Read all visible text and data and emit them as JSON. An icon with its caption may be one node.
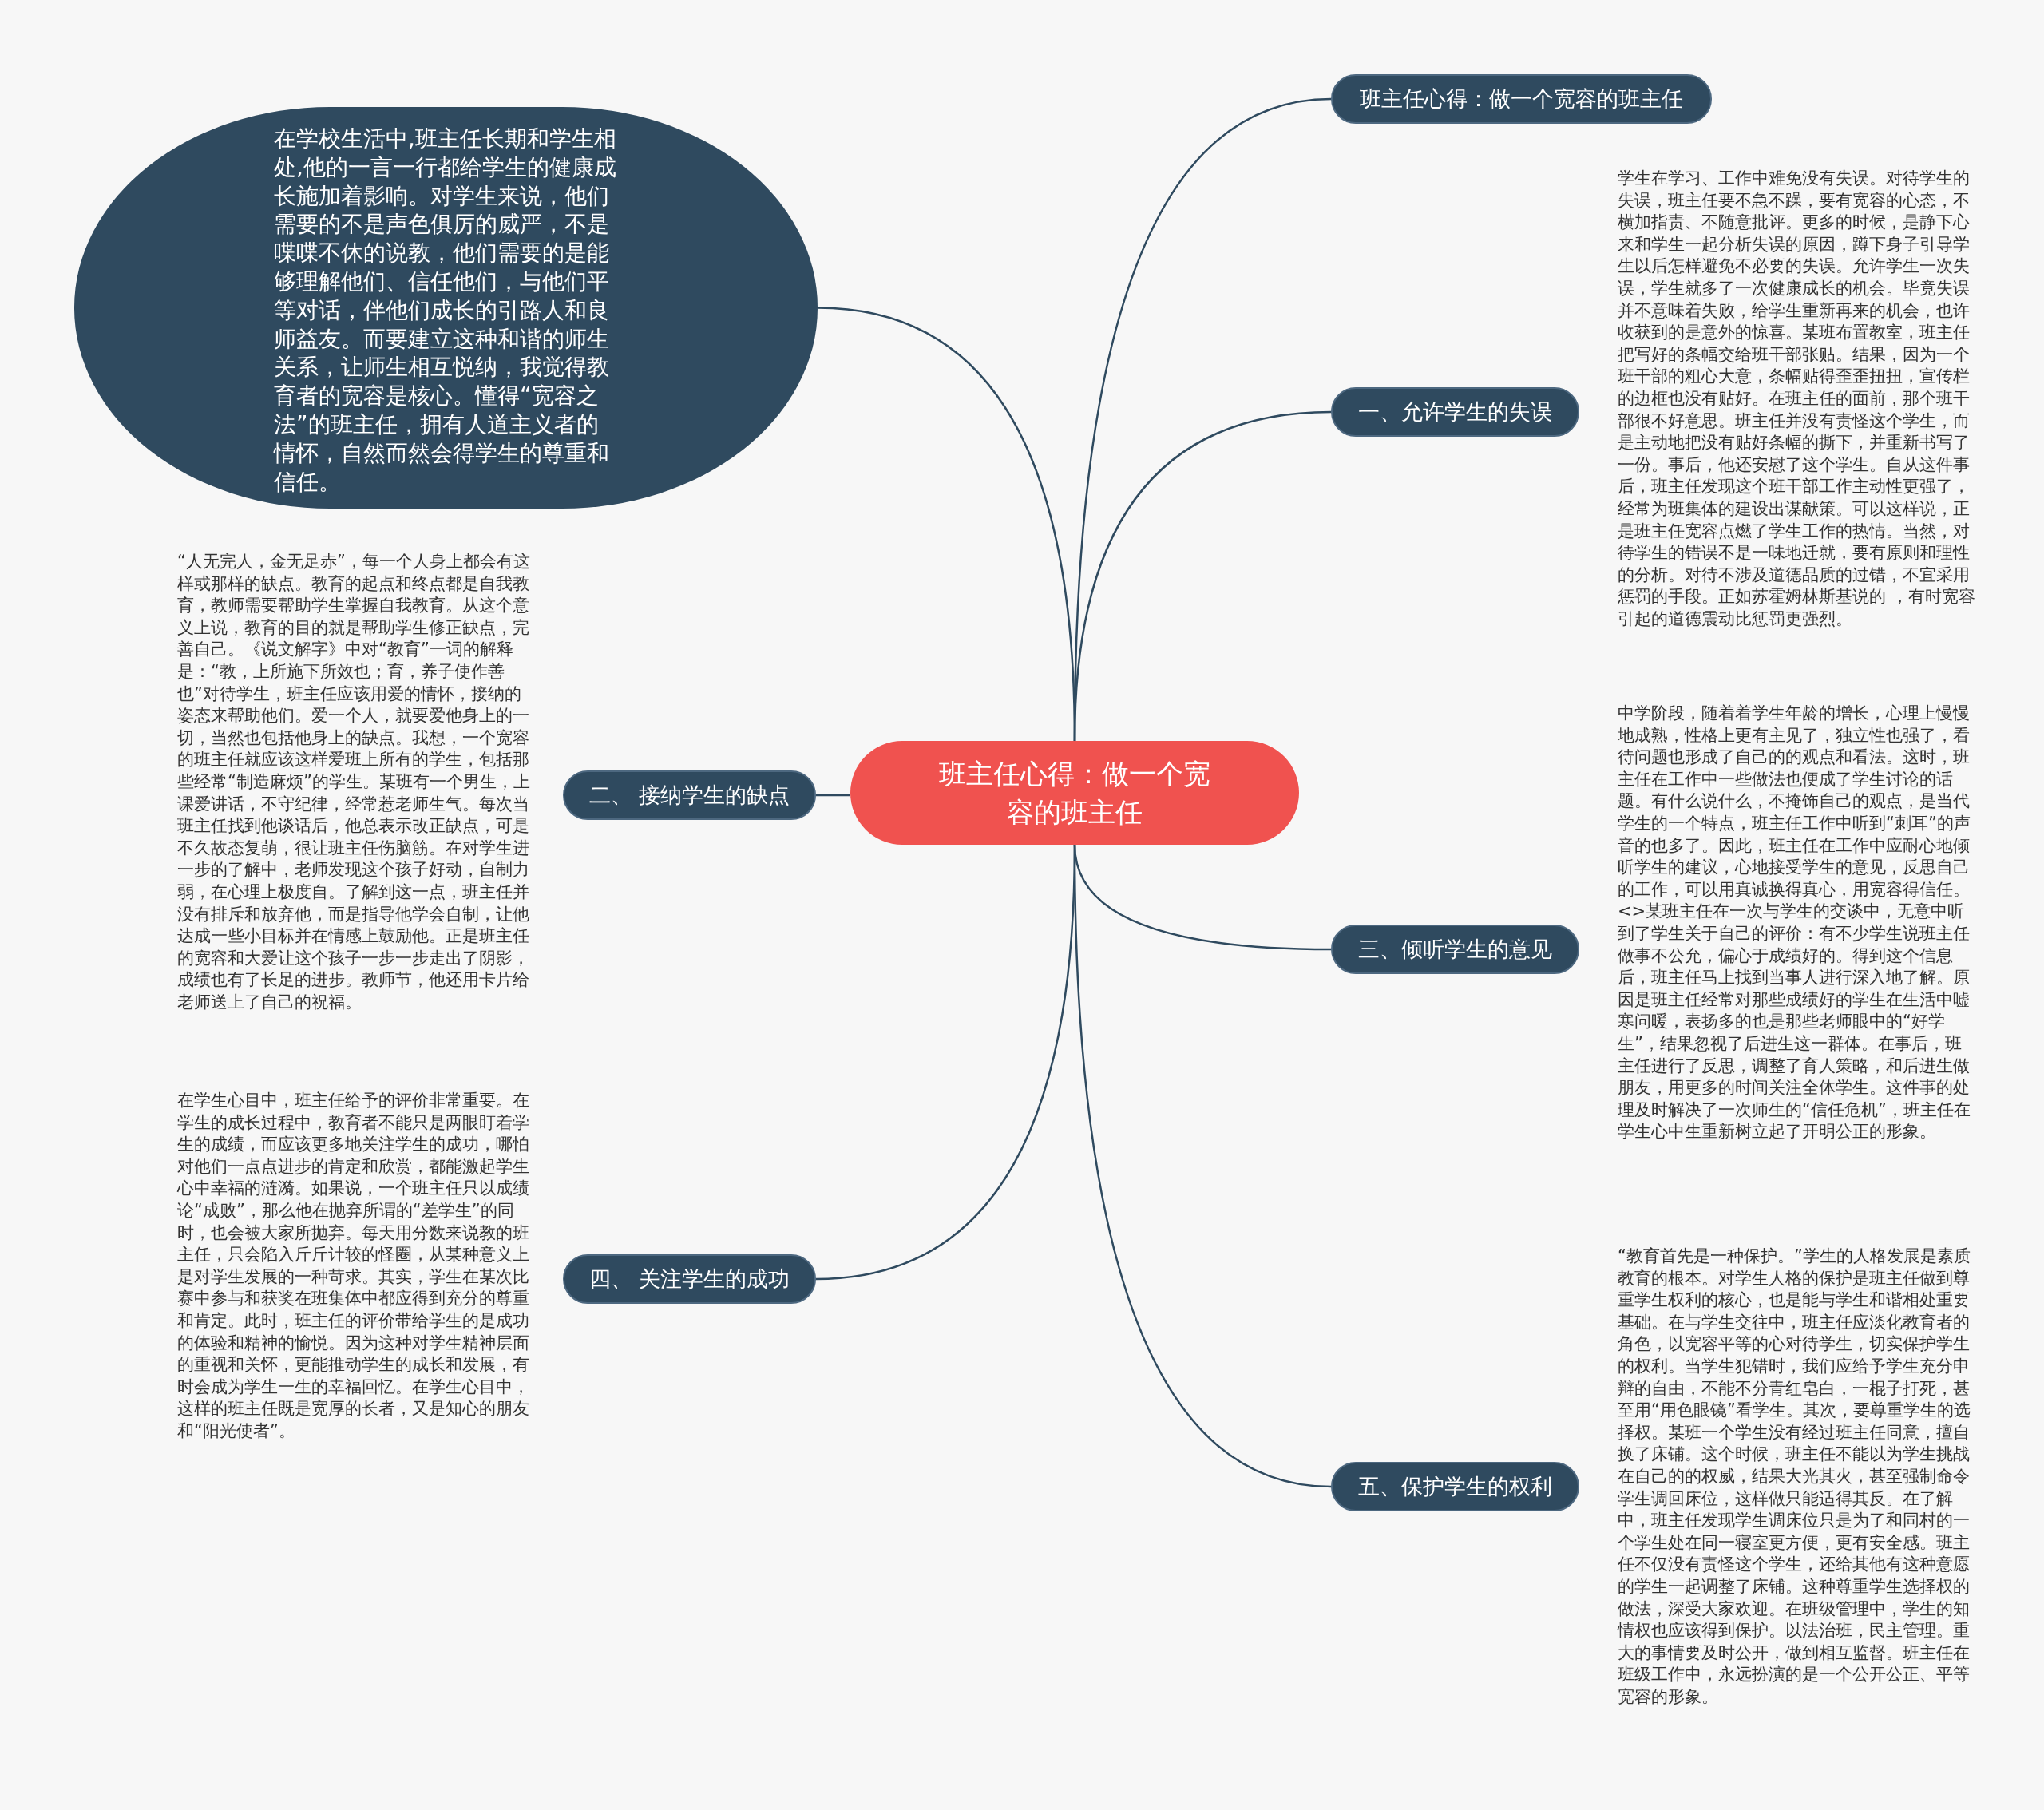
{
  "diagram": {
    "nodes": [
      {
        "text": [
          "班主任心得：做一个宽容的班主任"
        ]
      },
      {
        "text": [
          "在学校生活中,班主任长期和学生相处,他的一言一行都给学生的健康成长施加着影响。对学生来说，他们需要的不是声色俱厉的威严，不是喋喋不休的说教，他们需要的是能够理解他们、信任他们，与他们平等对话，伴他们成长的引路人和良师益友。而要建立这种和谐的师生关系，让师生相互悦纳，我觉得教育者的宽容是核心。懂得“宽容之法”的班主任，拥有人道主义者的情怀，自然而然会得学生的尊重和信任。"
        ]
      },
      {
        "text": [
          "班主任心得：做一个宽容的班主任"
        ]
      },
      {
        "text": [
          "一、允许学生的失误"
        ],
        "beside": [
          "学生在学习、工作中难免没有失误。对待学生的失误，班主任要不急不躁，要有宽容的心态，不横加指责、不随意批评。更多的时候，是静下心来和学生一起分析失误的原因，蹲下身子引导学生以后怎样避免不必要的失误。允许学生一次失误，学生就多了一次健康成长的机会。毕竟失误并不意味着失败，给学生重新再来的机会，也许收获到的是意外的惊喜。某班布置教室，班主任把写好的条幅交给班干部张贴。结果，因为一个班干部的粗心大意，条幅贴得歪歪扭扭，宣传栏的边框也没有贴好。在班主任的面前，那个班干部很不好意思。班主任并没有责怪这个学生，而是主动地把没有贴好条幅的撕下，并重新书写了一份。事后，他还安慰了这个学生。自从这件事后，班主任发现这个班干部工作主动性更强了，经常为班集体的建设出谋献策。可以这样说，正是班主任宽容点燃了学生工作的热情。当然，对待学生的错误不是一味地迁就，要有原则和理性的分析。对待不涉及道德品质的过错，不宜采用惩罚的手段。正如苏霍姆林斯基说的 ，有时宽容引起的道德震动比惩罚更强烈。"
        ]
      },
      {
        "text": [
          "二、 接纳学生的缺点"
        ],
        "beside": [
          "“人无完人，金无足赤”，每一个人身上都会有这样或那样的缺点。教育的起点和终点都是自我教育，教师需要帮助学生掌握自我教育。从这个意义上说，教育的目的就是帮助学生修正缺点，完善自己。《说文解字》中对“教育”一词的解释是：“教，上所施下所效也；育，养子使作善也”对待学生，班主任应该用爱的情怀，接纳的姿态来帮助他们。爱一个人，就要爱他身上的一切，当然也包括他身上的缺点。我想，一个宽容的班主任就应该这样爱班上所有的学生，包括那些经常“制造麻烦”的学生。某班有一个男生，上课爱讲话，不守纪律，经常惹老师生气。每次当班主任找到他谈话后，他总表示改正缺点，可是不久故态复萌，很让班主任伤脑筋。在对学生进一步的了解中，老师发现这个孩子好动，自制力弱，在心理上极度自。了解到这一点，班主任并没有排斥和放弃他，而是指导他学会自制，让他达成一些小目标并在情感上鼓励他。正是班主任的宽容和大爱让这个孩子一步一步走出了阴影，成绩也有了长足的进步。教师节，他还用卡片给老师送上了自己的祝福。"
        ]
      },
      {
        "text": [
          "三、倾听学生的意见"
        ],
        "beside": [
          "中学阶段，随着着学生年龄的增长，心理上慢慢地成熟，性格上更有主见了，独立性也强了，看待问题也形成了自己的的观点和看法。这时，班主任在工作中一些做法也便成了学生讨论的话题。有什么说什么，不掩饰自己的观点，是当代学生的一个特点，班主任工作中听到“刺耳”的声音的也多了。因此，班主任在工作中应耐心地倾听学生的建议，心地接受学生的意见，反思自己的工作，可以用真诚换得真心，用宽容得信任。 <>某班主任在一次与学生的交谈中，无意中听到了学生关于自己的评价：有不少学生说班主任做事不公允，偏心于成绩好的。得到这个信息后，班主任马上找到当事人进行深入地了解。原因是班主任经常对那些成绩好的学生在生活中嘘寒问暖，表扬多的也是那些老师眼中的“好学生”，结果忽视了后进生这一群体。在事后，班主任进行了反思，调整了育人策略，和后进生做朋友，用更多的时间关注全体学生。这件事的处理及时解决了一次师生的“信任危机”，班主任在学生心中生重新树立起了开明公正的形象。"
        ]
      },
      {
        "text": [
          "四、 关注学生的成功"
        ],
        "beside": [
          "在学生心目中，班主任给予的评价非常重要。在学生的成长过程中，教育者不能只是两眼盯着学生的成绩，而应该更多地关注学生的成功，哪怕对他们一点点进步的肯定和欣赏，都能激起学生心中幸福的涟漪。如果说，一个班主任只以成绩论“成败”，那么他在抛弃所谓的“差学生”的同时，也会被大家所抛弃。每天用分数来说教的班主任，只会陷入斤斤计较的怪圈，从某种意义上是对学生发展的一种苛求。其实，学生在某次比赛中参与和获奖在班集体中都应得到充分的尊重和肯定。此时，班主任的评价带给学生的是成功的体验和精神的愉悦。因为这种对学生精神层面的重视和关怀，更能推动学生的成长和发展，有时会成为学生一生的幸福回忆。在学生心目中，这样的班主任既是宽厚的长者，又是知心的朋友和“阳光使者”。"
        ]
      },
      {
        "text": [
          "五、保护学生的权利"
        ],
        "beside": [
          "“教育首先是一种保护。”学生的人格发展是素质教育的根本。对学生人格的保护是班主任做到尊重学生权利的核心，也是能与学生和谐相处重要基础。在与学生交往中，班主任应淡化教育者的角色，以宽容平等的心对待学生，切实保护学生的权利。当学生犯错时，我们应给予学生充分申辩的自由，不能不分青红皂白，一棍子打死，甚至用“用色眼镜”看学生。其次，要尊重学生的选择权。某班一个学生没有经过班主任同意，擅自换了床铺。这个时候，班主任不能以为学生挑战在自己的的权威，结果大光其火，甚至强制命令学生调回床位，这样做只能适得其反。在了解中，班主任发现学生调床位只是为了和同村的一个学生处在同一寝室更方便，更有安全感。班主任不仅没有责怪这个学生，还给其他有这种意愿的学生一起调整了床铺。这种尊重学生选择权的做法，深受大家欢迎。在班级管理中，学生的知情权也应该得到保护。以法治班，民主管理。重大的事情要及时公开，做到相互监督。班主任在班级工作中，永远扮演的是一个公开公正、平等宽容的形象。"
        ]
      }
    ],
    "edges": [
      {
        "from": 0,
        "to": 1,
        "arrow": "none"
      },
      {
        "from": 0,
        "to": 2,
        "arrow": "none"
      },
      {
        "from": 0,
        "to": 3,
        "arrow": "none"
      },
      {
        "from": 0,
        "to": 4,
        "arrow": "none"
      },
      {
        "from": 0,
        "to": 5,
        "arrow": "none"
      },
      {
        "from": 0,
        "to": 6,
        "arrow": "none"
      },
      {
        "from": 0,
        "to": 7,
        "arrow": "none"
      }
    ]
  }
}
